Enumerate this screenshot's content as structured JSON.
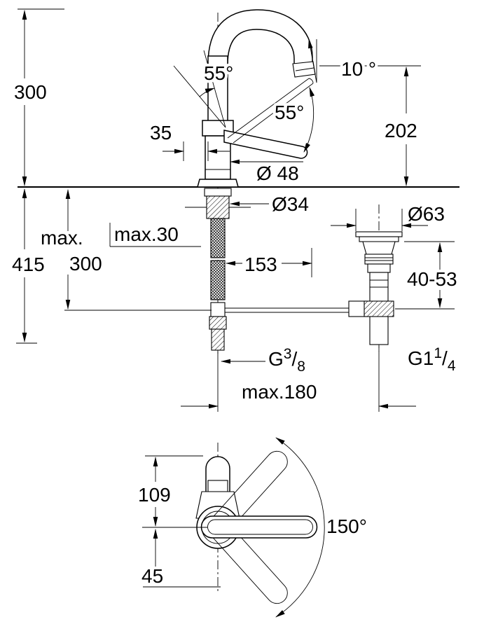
{
  "drawing": {
    "background": "#ffffff",
    "ink": "#000000",
    "labels": {
      "h300_top": "300",
      "a55_top": "55°",
      "a10": "10 °",
      "a55_side": "55°",
      "h202": "202",
      "w35": "35",
      "dia48": "Ø 48",
      "dia34": "Ø34",
      "dia63": "Ø63",
      "max30": "max.30",
      "max_word": "max.",
      "h300_below": "300",
      "h415": "415",
      "w153": "153",
      "h40_53": "40-53",
      "g38_g": "G",
      "g38_num": "3",
      "g38_slash": "/",
      "g38_den": "8",
      "g114_g": "G1",
      "g114_num": "1",
      "g114_slash": "/",
      "g114_den": "4",
      "max180": "max.180",
      "w109": "109",
      "a150": "150°",
      "w45": "45"
    }
  }
}
